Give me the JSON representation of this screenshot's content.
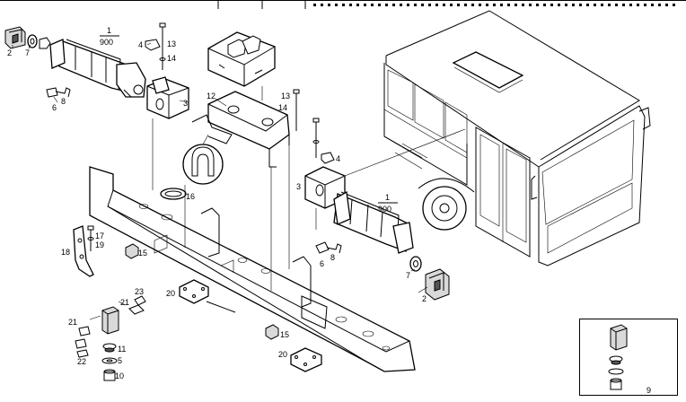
{
  "callouts": {
    "c1a": "1",
    "c900a": "900",
    "c1b": "1",
    "c900b": "900",
    "c2a": "2",
    "c2b": "2",
    "c3a": "3",
    "c3b": "3",
    "c4a": "4",
    "c4b": "4",
    "c5": "5",
    "c6a": "6",
    "c6b": "6",
    "c7a": "7",
    "c7b": "7",
    "c8a": "8",
    "c8b": "8",
    "c9": "9",
    "c10": "10",
    "c11": "11",
    "c12": "12",
    "c13a": "13",
    "c13b": "13",
    "c14a": "14",
    "c14b": "14",
    "c15a": "15",
    "c15b": "15",
    "c16": "16",
    "c17": "17",
    "c18": "18",
    "c19": "19",
    "c20a": "20",
    "c20b": "20",
    "c21a": "21",
    "c21b": "21",
    "c22": "22",
    "c23": "23"
  },
  "colors": {
    "line": "#000000",
    "background": "#ffffff",
    "shade": "#d9d9d9"
  }
}
